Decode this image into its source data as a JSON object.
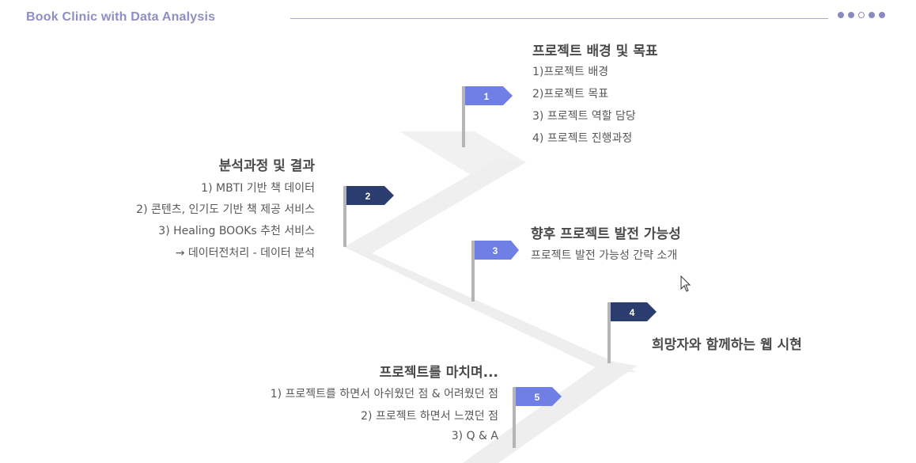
{
  "header": {
    "brand": "Book Clinic with Data Analysis"
  },
  "pager": {
    "dots": [
      "filled",
      "filled",
      "open",
      "filled",
      "filled"
    ]
  },
  "colors": {
    "accent_light": "#6f7fe3",
    "accent_dark": "#2b3d6e",
    "road": "#efefef",
    "pole": "#b5b5b5",
    "brand": "#8e8ec4"
  },
  "sections": [
    {
      "number": "1",
      "title": "프로젝트 배경 및 목표",
      "items": [
        "1)프로젝트 배경",
        "2)프로젝트 목표",
        "3) 프로젝트 역할 담당",
        "4) 프로젝트 진행과정"
      ]
    },
    {
      "number": "2",
      "title": "분석과정 및 결과",
      "items": [
        "1)  MBTI 기반 책 데이터",
        "2)  콘텐츠, 인기도 기반 책 제공 서비스",
        "3)  Healing BOOKs 추천 서비스",
        "→ 데이터전처리 - 데이터 분석"
      ]
    },
    {
      "number": "3",
      "title": "향후 프로젝트 발전 가능성",
      "items": [
        "프로젝트 발전 가능성 간략 소개"
      ]
    },
    {
      "number": "4",
      "title": "희망자와 함께하는 웹 시현",
      "items": []
    },
    {
      "number": "5",
      "title": "프로젝트를 마치며...",
      "items": [
        "1)  프로젝트를 하면서 아쉬웠던 점 & 어려웠던 점",
        "2)  프로젝트 하면서 느꼈던 점",
        "3)  Q & A"
      ]
    }
  ]
}
